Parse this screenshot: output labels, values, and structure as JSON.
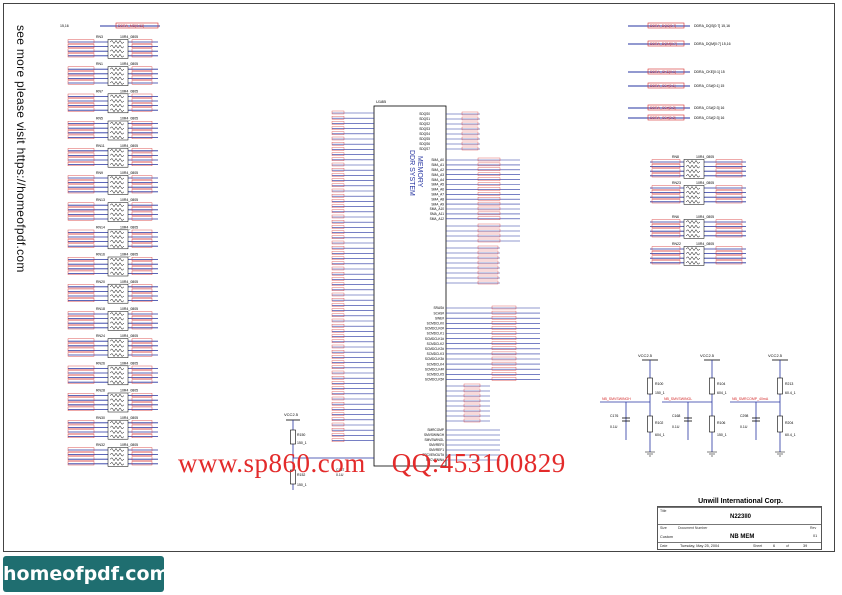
{
  "side_text": "see more please visit https://homeofpdf.com",
  "watermark": {
    "site": "www.sp860.com",
    "qq": "QQ:453100829"
  },
  "footer_logo": "homeofpdf.com",
  "title_block": {
    "company": "Unwill International Corp.",
    "title_label": "Title",
    "project": "N223II0",
    "size_label": "Size",
    "size_val": "Custom",
    "doc_label": "Document Number",
    "sheet_name": "NB MEM",
    "rev_label": "Rev",
    "rev_val": "01",
    "date_label": "Date",
    "date_val": "Tuesday, May 25, 2004",
    "sheet_label": "Sheet",
    "sheet_num": "6",
    "of_label": "of",
    "sheet_total": "39"
  },
  "top_nets": {
    "left_net": "15,16  DDRA_MD[0:63]",
    "right_nets": [
      "DDRA_DQS[0:7]  15,16",
      "DDRA_DQM[0:7]  15,16",
      "DDRA_CKE[0:1]  15",
      "DDRA_CS#[0:1]  15",
      "DDRA_CS#[2:3]  16",
      "DDRA_CS#[2:3]  16"
    ]
  },
  "main_chip": {
    "refdes": "U18B",
    "label_line1": "DDR SYSTEM",
    "label_line2": "MEMORY"
  },
  "left_packs": [
    {
      "ref": "RN3",
      "val": "10R4_0805"
    },
    {
      "ref": "RN1",
      "val": "10R4_0805"
    },
    {
      "ref": "RN7",
      "val": "10R4_0805"
    },
    {
      "ref": "RN5",
      "val": "10R4_0805"
    },
    {
      "ref": "RN11",
      "val": "10R4_0805"
    },
    {
      "ref": "RN9",
      "val": "10R4_0805"
    },
    {
      "ref": "RN13",
      "val": "10R4_0805"
    },
    {
      "ref": "RN14",
      "val": "10R4_0805"
    },
    {
      "ref": "RN16",
      "val": "10R4_0805"
    },
    {
      "ref": "RN20",
      "val": "10R4_0805"
    },
    {
      "ref": "RN18",
      "val": "10R4_0805"
    },
    {
      "ref": "RN24",
      "val": "10R4_0805"
    },
    {
      "ref": "RN26",
      "val": "10R4_0805"
    },
    {
      "ref": "RN28",
      "val": "10R4_0805"
    },
    {
      "ref": "RN30",
      "val": "10R4_0805"
    },
    {
      "ref": "RN32",
      "val": "10R4_0805"
    }
  ],
  "right_packs": [
    {
      "ref": "RN8",
      "val": "10R4_0805"
    },
    {
      "ref": "RN23",
      "val": "10R4_0805"
    },
    {
      "ref": "RN6",
      "val": "10R4_0805"
    },
    {
      "ref": "RN22",
      "val": "10R4_0805"
    }
  ],
  "vref_circuits": [
    {
      "vcc": "VCC2.5",
      "r_top": "R100",
      "r_top_val": "150_1",
      "cap": "C176",
      "cap_val": "0.1U",
      "r_bot": "R102",
      "r_bot_val": "604_1",
      "net": "NB_SMVSWINGH"
    },
    {
      "vcc": "VCC2.5",
      "r_top": "R104",
      "r_top_val": "604_1",
      "cap": "C168",
      "cap_val": "0.1U",
      "r_bot": "R106",
      "r_bot_val": "150_1",
      "net": "NB_SMVSWINGL"
    },
    {
      "vcc": "VCC2.5",
      "r_top": "R213",
      "r_top_val": "60.4_1",
      "cap": "C298",
      "cap_val": "0.1U",
      "r_bot": "R204",
      "r_bot_val": "60.4_1",
      "net": "NB_SMRCOMP_40mA"
    }
  ],
  "vref_left": {
    "vcc": "VCC2.5",
    "r_top": "R150",
    "r_top_val": "150_1",
    "r_bot": "R152",
    "r_bot_val": "150_1",
    "cap": "C157",
    "cap_val": "0.1U",
    "net": "NB_SMVREF"
  },
  "chip_right_labels": {
    "dqs_pins": [
      "SDQS0",
      "SDQS1",
      "SDQS2",
      "SDQS3",
      "SDQS4",
      "SDQS5",
      "SDQS6",
      "SDQS7"
    ],
    "ma_pins": [
      "SMA_A0",
      "SMA_A1",
      "SMA_A2",
      "SMA_A3",
      "SMA_A4",
      "SMA_A5",
      "SMA_A6",
      "SMA_A7",
      "SMA_A8",
      "SMA_A9",
      "SMA_A10",
      "SMA_A11",
      "SMA_A12"
    ],
    "ctrl_pins": [
      "SRAS#",
      "SCAS#",
      "SWE#",
      "SCMDCLK0",
      "SCMDCLK0#",
      "SCMDCLK1",
      "SCMDCLK1#",
      "SCMDCLK2",
      "SCMDCLK2#",
      "SCMDCLK3",
      "SCMDCLK3#",
      "SCMDCLK4",
      "SCMDCLK4#",
      "SCMDCLK5",
      "SCMDCLK5#"
    ],
    "bottom_pins": [
      "SMRCOMP",
      "SMVSWINGH",
      "SMVSWINGL",
      "SMVREF0",
      "SMVREF1",
      "SRCVENOUT#",
      "SRCVENIN#"
    ]
  }
}
